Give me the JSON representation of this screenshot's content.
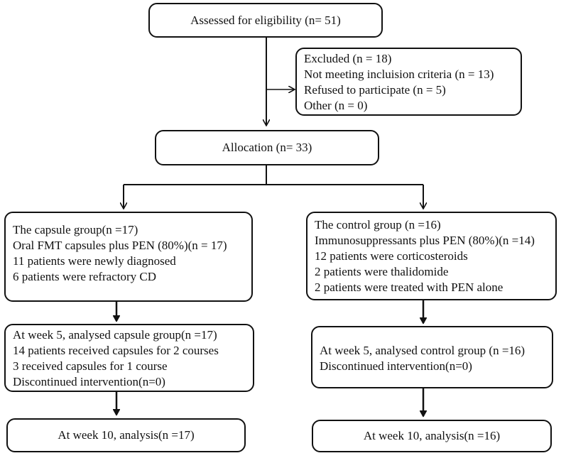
{
  "boxes": {
    "eligibility": "Assessed for eligibility (n= 51)",
    "excluded": [
      "Excluded (n = 18)",
      "Not meeting incluision criteria (n = 13)",
      "Refused to participate (n = 5)",
      "Other (n = 0)"
    ],
    "allocation": "Allocation (n= 33)",
    "capsule_group": [
      "The capsule group(n =17)",
      "Oral FMT capsules plus PEN (80%)(n = 17)",
      "11 patients were newly diagnosed",
      "6 patients were refractory CD"
    ],
    "control_group": [
      "The control group (n =16)",
      "Immunosuppressants plus PEN (80%)(n =14)",
      "12 patients were corticosteroids",
      "2  patients were thalidomide",
      "2  patients were treated with PEN alone"
    ],
    "capsule_week5": [
      "At week 5, analysed capsule group(n =17)",
      "14 patients received capsules for 2 courses",
      "3 received capsules for 1 course",
      "Discontinued intervention(n=0)"
    ],
    "control_week5": [
      "At week 5, analysed control group (n =16)",
      "Discontinued intervention(n=0)"
    ],
    "capsule_week10": "At week 10, analysis(n =17)",
    "control_week10": "At week 10, analysis(n =16)"
  }
}
